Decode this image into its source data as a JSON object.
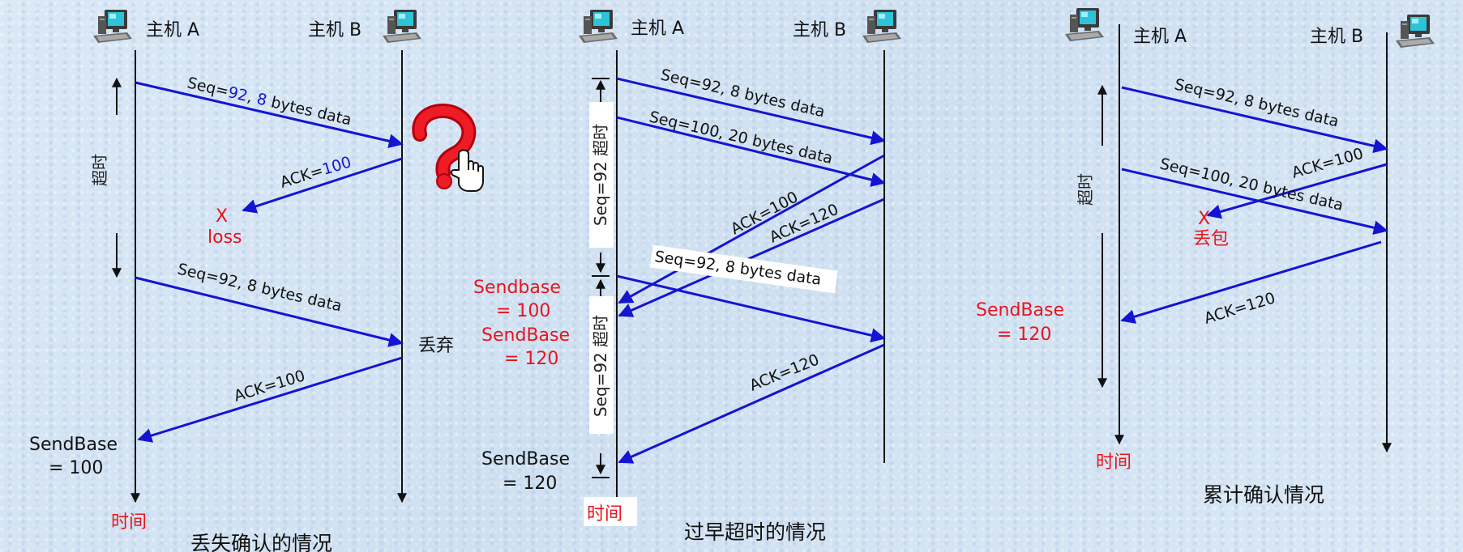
{
  "diagram1": {
    "host_a": "主机 A",
    "host_b": "主机 B",
    "msg1_prefix": "Seq=",
    "msg1_seq": "92",
    "msg1_sep": ", ",
    "msg1_len": "8",
    "msg1_suffix": " bytes data",
    "ack1_prefix": "ACK=",
    "ack1_num": "100",
    "loss_mark": "X",
    "loss_label": "loss",
    "timeout_label": "超时",
    "msg2": "Seq=92, 8 bytes data",
    "discard_label": "丢弃",
    "ack2": "ACK=100",
    "sendbase_line1": "SendBase",
    "sendbase_line2": "= 100",
    "time_label": "时间",
    "caption": "丢失确认的情况"
  },
  "diagram2": {
    "host_a": "主机 A",
    "host_b": "主机 B",
    "msg1": "Seq=92, 8 bytes data",
    "msg2": "Seq=100, 20 bytes data",
    "ack1": "ACK=100",
    "ack2": "ACK=120",
    "timeout1": "Seq=92 超时",
    "msg3": "Seq=92, 8 bytes data",
    "sendbase_a1": "Sendbase",
    "sendbase_a2": "= 100",
    "sendbase_b1": "SendBase",
    "sendbase_b2": "= 120",
    "timeout2": "Seq=92 超时",
    "ack3": "ACK=120",
    "sendbase_c1": "SendBase",
    "sendbase_c2": "= 120",
    "time_label": "时间",
    "caption": "过早超时的情况"
  },
  "diagram3": {
    "host_a": "主机 A",
    "host_b": "主机 B",
    "msg1": "Seq=92, 8 bytes data",
    "ack1": "ACK=100",
    "msg2": "Seq=100, 20 bytes data",
    "loss_mark": "X",
    "loss_label": "丢包",
    "timeout_label": "超时",
    "sendbase_line1": "SendBase",
    "sendbase_line2": "= 120",
    "ack2": "ACK=120",
    "time_label": "时间",
    "caption": "累计确认情况"
  },
  "colors": {
    "arrow": "#1414d2",
    "accent_red": "#e8141e",
    "timeline": "#111111"
  },
  "icons": [
    "computer-icon",
    "question-mark-icon",
    "pointing-hand-icon"
  ]
}
